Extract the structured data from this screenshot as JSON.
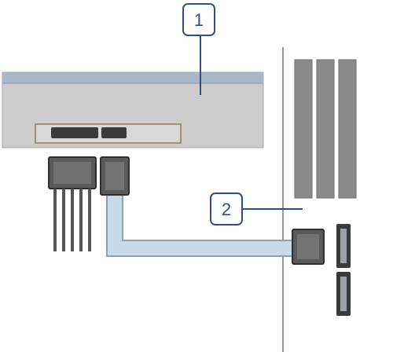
{
  "callouts": [
    {
      "number": "1",
      "target": "optical-drive"
    },
    {
      "number": "2",
      "target": "sata-data-cable"
    }
  ],
  "colors": {
    "callout_border": "#2f4f86",
    "drive_body": "#cdcdcd",
    "drive_top_edge": "#a9b7c7",
    "cable_fill": "#c6dbe6",
    "connector_dark": "#3a3a3a",
    "memory_slot": "#8a8a8a",
    "board_outline": "#9a9a9a"
  },
  "icons": {
    "drive": "optical-drive-icon",
    "sata_data_connector": "sata-data-connector-icon",
    "power_connector": "sata-power-connector-icon",
    "motherboard": "motherboard-icon"
  }
}
